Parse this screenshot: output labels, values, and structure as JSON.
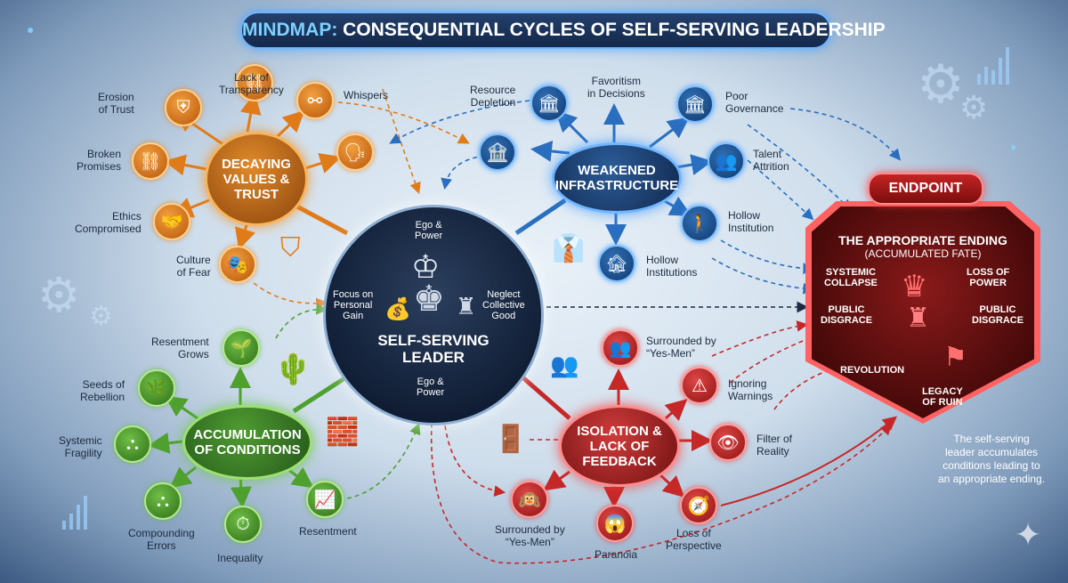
{
  "title": {
    "prefix": "MINDMAP:",
    "rest": " CONSEQUENTIAL CYCLES OF SELF-SERVING LEADERSHIP"
  },
  "center": {
    "ego_top": "Ego &\nPower",
    "ego_bottom": "Ego &\nPower",
    "focus": "Focus on\nPersonal\nGain",
    "neglect": "Neglect\nCollective\nGood",
    "title": "SELF-SERVING\nLEADER"
  },
  "decaying": {
    "hub": "DECAYING\nVALUES &\nTRUST",
    "items": {
      "erosion": "Erosion\nof Trust",
      "lack": "Lack of\nTransparency",
      "whispers": "Whispers",
      "broken": "Broken\nPromises",
      "ethics": "Ethics\nCompromised",
      "culture": "Culture\nof Fear"
    }
  },
  "weakened": {
    "hub": "WEAKENED\nINFRASTRUCTURE",
    "items": {
      "resource": "Resource\nDepletion",
      "favoritism": "Favoritism\nin Decisions",
      "poor": "Poor\nGovernance",
      "talent": "Talent\nAttrition",
      "hollow_institution": "Hollow\nInstitution",
      "hollow_institutions": "Hollow\nInstitutions"
    }
  },
  "accumulation": {
    "hub": "ACCUMULATION\nOF CONDITIONS",
    "items": {
      "resentment_grows": "Resentment\nGrows",
      "seeds": "Seeds of\nRebellion",
      "fragility": "Systemic\nFragility",
      "compounding": "Compounding\nErrors",
      "inequality": "Inequality",
      "resentment": "Resentment"
    }
  },
  "isolation": {
    "hub": "ISOLATION &\nLACK OF\nFEEDBACK",
    "items": {
      "yesmen_top": "Surrounded by\n“Yes-Men”",
      "ignoring": "Ignoring\nWarnings",
      "filter": "Filter of\nReality",
      "loss_perspective": "Loss of\nPerspective",
      "paranoia": "Paranoia",
      "yesmen_bottom": "Surrounded by\n“Yes-Men”"
    }
  },
  "endpoint": {
    "badge": "ENDPOINT",
    "title": "THE APPROPRIATE ENDING",
    "subtitle": "(ACCUMULATED FATE)",
    "collapse": "SYSTEMIC\nCOLLAPSE",
    "loss_power": "LOSS OF\nPOWER",
    "disgrace_left": "PUBLIC\nDISGRACE",
    "disgrace_right": "PUBLIC\nDISGRACE",
    "revolution": "REVOLUTION",
    "legacy": "LEGACY\nOF RUIN"
  },
  "note": "The self-serving\nleader accumulates\nconditions leading to\nan appropriate ending.",
  "colors": {
    "orange": "#e07b1a",
    "blue": "#2a6fbf",
    "green": "#4fa02e",
    "red": "#d23030"
  },
  "icons": {
    "erosion": "broken-shield-icon",
    "lack": "chain-link-icon",
    "whispers": "speaking-head-icon",
    "broken": "broken-chain-icon",
    "ethics": "handshake-icon",
    "culture": "masks-icon",
    "resource": "pillars-icon",
    "favoritism": "building-icon",
    "poor": "courthouse-icon",
    "talent": "people-icon",
    "hollow_institution": "person-leaving-icon",
    "hollow_institutions": "crumbling-building-icon",
    "resentment_grows": "sprout-icon",
    "seeds": "seedling-icon",
    "fragility": "hierarchy-icon",
    "compounding": "flowchart-icon",
    "inequality": "stopwatch-icon",
    "resentment": "rising-chart-icon",
    "yesmen_top": "crowd-icon",
    "ignoring": "warning-icon",
    "filter": "eye-icon",
    "loss_perspective": "compass-icon",
    "paranoia": "paranoia-icon",
    "yesmen_bottom": "covered-ears-icon"
  }
}
